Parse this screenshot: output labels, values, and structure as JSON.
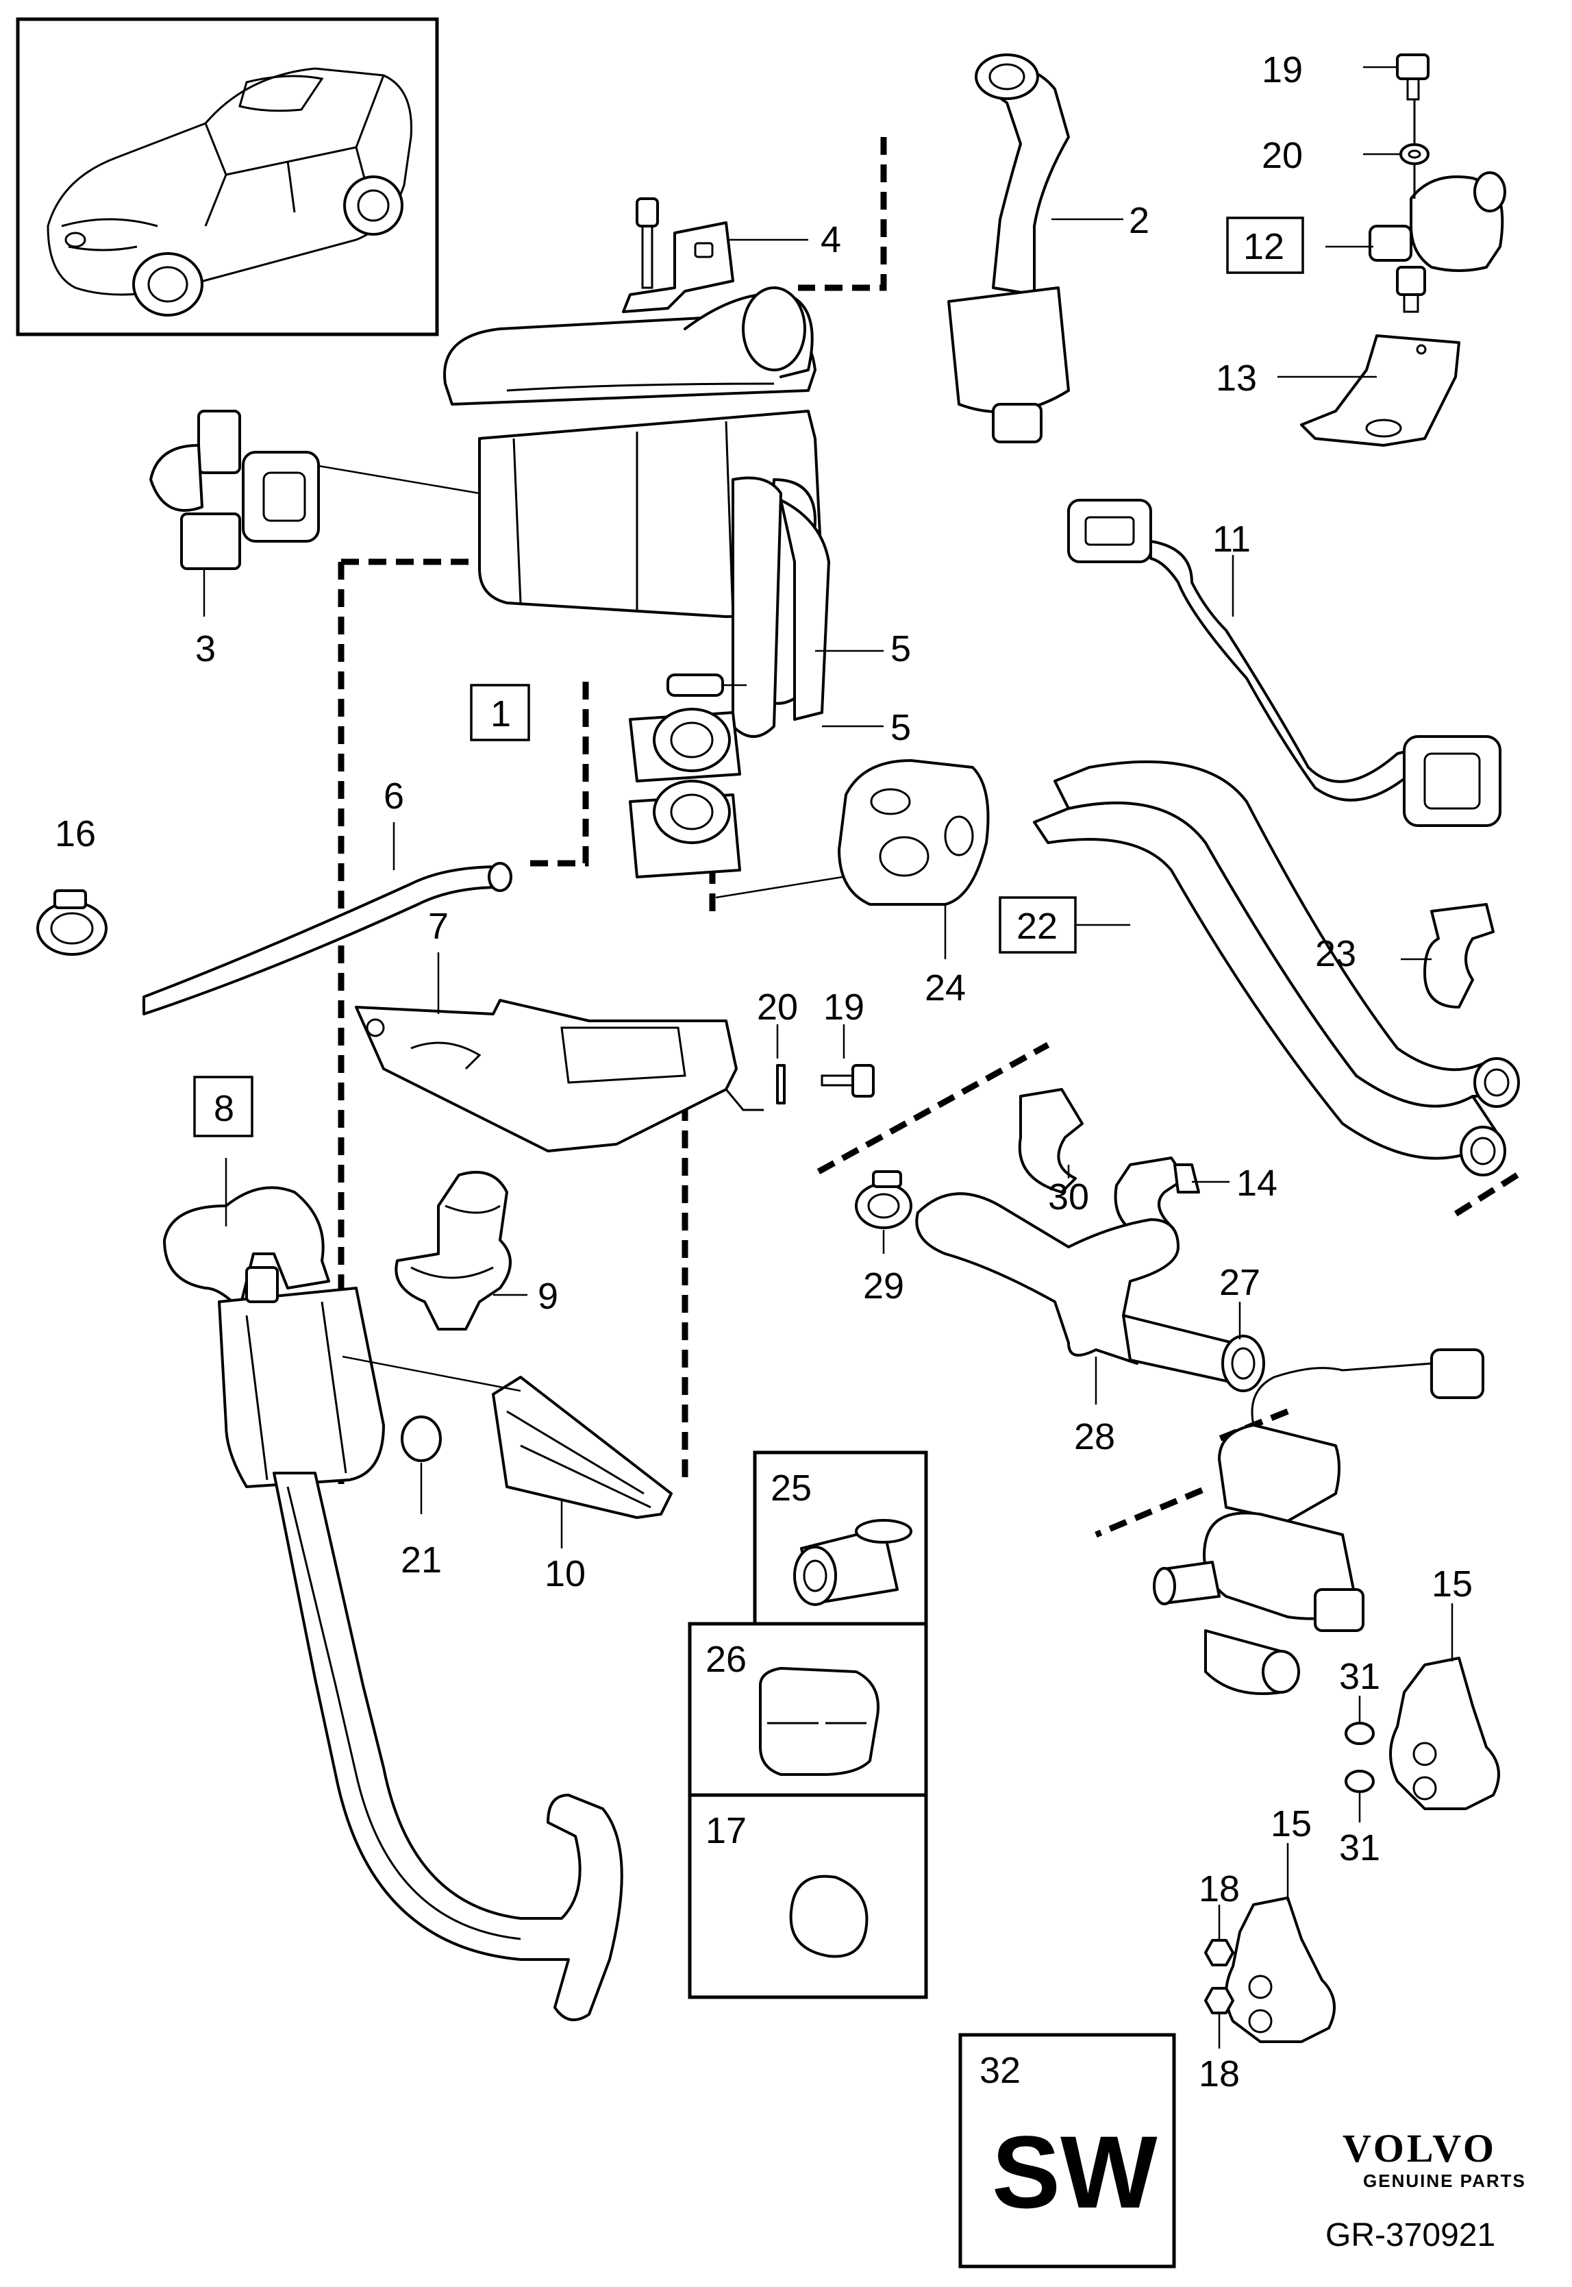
{
  "callouts": [
    {
      "id": "c1",
      "label": "1",
      "boxed": true
    },
    {
      "id": "c2",
      "label": "2",
      "boxed": false
    },
    {
      "id": "c3",
      "label": "3",
      "boxed": false
    },
    {
      "id": "c4",
      "label": "4",
      "boxed": false
    },
    {
      "id": "c5a",
      "label": "5",
      "boxed": false
    },
    {
      "id": "c5b",
      "label": "5",
      "boxed": false
    },
    {
      "id": "c6",
      "label": "6",
      "boxed": false
    },
    {
      "id": "c7",
      "label": "7",
      "boxed": false
    },
    {
      "id": "c8",
      "label": "8",
      "boxed": true
    },
    {
      "id": "c9",
      "label": "9",
      "boxed": false
    },
    {
      "id": "c10",
      "label": "10",
      "boxed": false
    },
    {
      "id": "c11",
      "label": "11",
      "boxed": false
    },
    {
      "id": "c12",
      "label": "12",
      "boxed": true
    },
    {
      "id": "c13",
      "label": "13",
      "boxed": false
    },
    {
      "id": "c14",
      "label": "14",
      "boxed": false
    },
    {
      "id": "c15a",
      "label": "15",
      "boxed": false
    },
    {
      "id": "c15b",
      "label": "15",
      "boxed": false
    },
    {
      "id": "c16",
      "label": "16",
      "boxed": false
    },
    {
      "id": "c17",
      "label": "17",
      "boxed": false
    },
    {
      "id": "c18a",
      "label": "18",
      "boxed": false
    },
    {
      "id": "c18b",
      "label": "18",
      "boxed": false
    },
    {
      "id": "c19a",
      "label": "19",
      "boxed": false
    },
    {
      "id": "c19b",
      "label": "19",
      "boxed": false
    },
    {
      "id": "c20a",
      "label": "20",
      "boxed": false
    },
    {
      "id": "c20b",
      "label": "20",
      "boxed": false
    },
    {
      "id": "c21",
      "label": "21",
      "boxed": false
    },
    {
      "id": "c22",
      "label": "22",
      "boxed": true
    },
    {
      "id": "c23",
      "label": "23",
      "boxed": false
    },
    {
      "id": "c24",
      "label": "24",
      "boxed": false
    },
    {
      "id": "c25",
      "label": "25",
      "boxed": false
    },
    {
      "id": "c26",
      "label": "26",
      "boxed": false
    },
    {
      "id": "c27",
      "label": "27",
      "boxed": false
    },
    {
      "id": "c28",
      "label": "28",
      "boxed": false
    },
    {
      "id": "c29",
      "label": "29",
      "boxed": false
    },
    {
      "id": "c30",
      "label": "30",
      "boxed": false
    },
    {
      "id": "c31a",
      "label": "31",
      "boxed": false
    },
    {
      "id": "c31b",
      "label": "31",
      "boxed": false
    },
    {
      "id": "c32",
      "label": "32",
      "boxed": false
    }
  ],
  "software_box": {
    "number": "32",
    "label": "SW"
  },
  "brand": {
    "name": "VOLVO",
    "tagline": "GENUINE PARTS"
  },
  "reference": "GR-370921"
}
